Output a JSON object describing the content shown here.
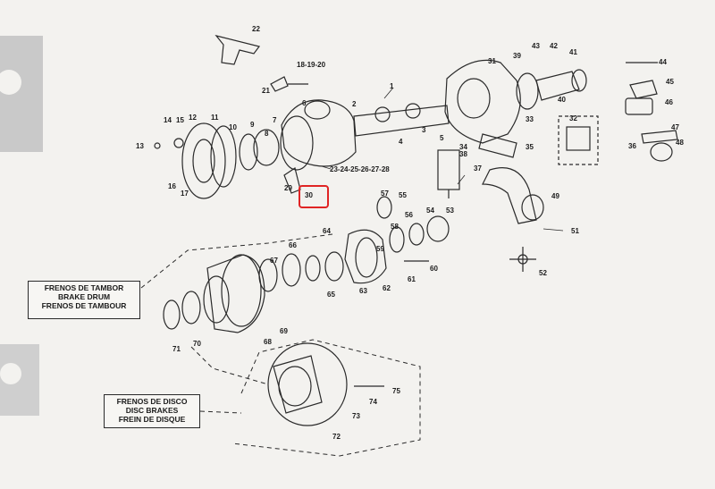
{
  "labels": [
    "22",
    "18-19-20",
    "21",
    "1",
    "2",
    "3",
    "4",
    "5",
    "6",
    "7",
    "8",
    "9",
    "10",
    "11",
    "12",
    "14",
    "15",
    "13",
    "16",
    "17",
    "23-24-25-26-27-28",
    "29",
    "30",
    "31",
    "39",
    "43",
    "42",
    "41",
    "40",
    "44",
    "45",
    "46",
    "47",
    "36",
    "48",
    "32",
    "33",
    "34",
    "35",
    "37",
    "38",
    "49",
    "51",
    "52",
    "57",
    "55",
    "56",
    "58",
    "54",
    "53",
    "59",
    "60",
    "61",
    "62",
    "63",
    "64",
    "65",
    "66",
    "67",
    "68",
    "69",
    "70",
    "71",
    "72",
    "73",
    "74",
    "75"
  ],
  "boxes": {
    "drum": [
      "FRENOS DE TAMBOR",
      "BRAKE DRUM",
      "FRENOS DE TAMBOUR"
    ],
    "disc": [
      "FRENOS DE DISCO",
      "DISC BRAKES",
      "FREIN DE DISQUE"
    ]
  },
  "highlight": {
    "label": "30",
    "color": "#e02424"
  }
}
